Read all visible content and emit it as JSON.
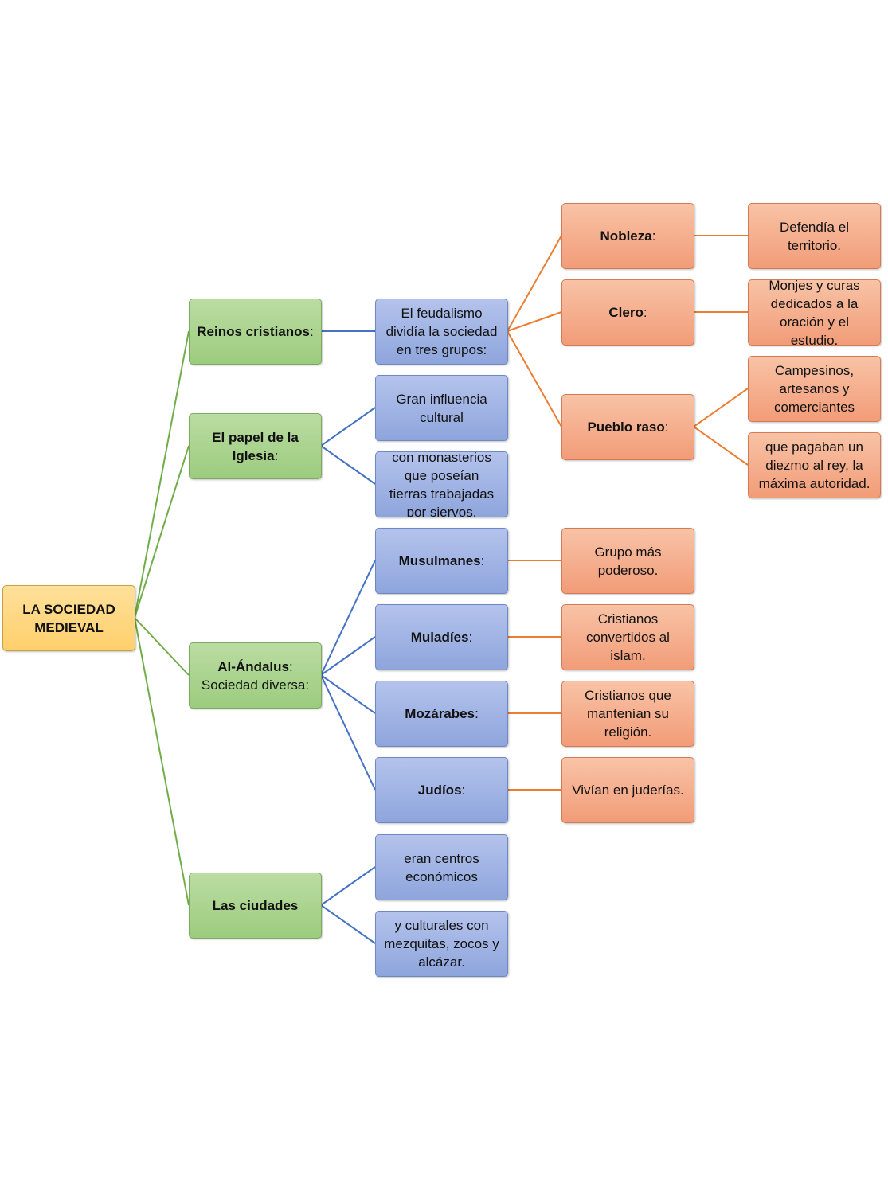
{
  "root": {
    "l1": "LA SOCIEDAD",
    "l2": "MEDIEVAL"
  },
  "reinos": {
    "title": "Reinos cristianos",
    "colon": ":",
    "feudal": {
      "l1": "El feudalismo",
      "l2": "dividía la sociedad",
      "l3": "en tres grupos:"
    },
    "nobleza": {
      "title": "Nobleza",
      "colon": ":",
      "desc": {
        "l1": "Defendía el",
        "l2": "territorio."
      }
    },
    "clero": {
      "title": "Clero",
      "colon": ":",
      "desc": {
        "l1": "Monjes y curas",
        "l2": "dedicados a la",
        "l3": "oración y el",
        "l4": "estudio."
      }
    },
    "pueblo": {
      "title": "Pueblo raso",
      "colon": ":",
      "desc1": {
        "l1": "Campesinos,",
        "l2": "artesanos y",
        "l3": "comerciantes"
      },
      "desc2": {
        "l1": "que pagaban un",
        "l2": "diezmo al rey, la",
        "l3": "máxima autoridad."
      }
    }
  },
  "iglesia": {
    "t1": "El papel de la",
    "t2": "Iglesia",
    "colon": ":",
    "c1": {
      "l1": "Gran influencia",
      "l2": "cultural"
    },
    "c2": {
      "l1": "con monasterios",
      "l2": "que poseían",
      "l3": "tierras trabajadas",
      "l4": "por siervos."
    }
  },
  "andalus": {
    "title": "Al-Ándalus",
    "colon": ":",
    "subtitle": "Sociedad diversa:",
    "musulmanes": {
      "title": "Musulmanes",
      "colon": ":",
      "desc": {
        "l1": "Grupo más",
        "l2": "poderoso."
      }
    },
    "muladies": {
      "title": "Muladíes",
      "colon": ":",
      "desc": {
        "l1": "Cristianos",
        "l2": "convertidos al",
        "l3": "islam."
      }
    },
    "mozarabes": {
      "title": "Mozárabes",
      "colon": ":",
      "desc": {
        "l1": "Cristianos que",
        "l2": "mantenían su",
        "l3": "religión."
      }
    },
    "judios": {
      "title": "Judíos",
      "colon": ":",
      "desc": {
        "l1": "Vivían en juderías."
      }
    }
  },
  "ciudades": {
    "title": "Las ciudades",
    "c1": {
      "l1": "eran centros",
      "l2": "económicos"
    },
    "c2": {
      "l1": "y culturales con",
      "l2": "mezquitas, zocos y",
      "l3": "alcázar."
    }
  },
  "colors": {
    "green_line": "#70ad47",
    "blue_line": "#4472c4",
    "orange_line": "#ed7d31"
  }
}
